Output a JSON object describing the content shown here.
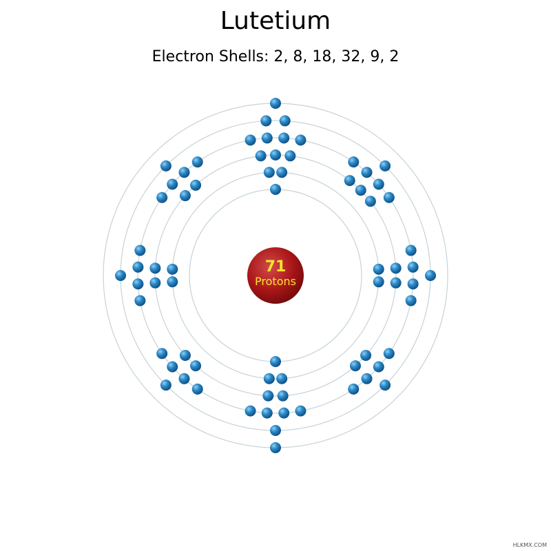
{
  "title": "Lutetium",
  "subtitle": "Electron Shells: 2, 8, 18, 32, 9, 2",
  "nucleus": {
    "number": "71",
    "label": "Protons"
  },
  "shells": [
    2,
    8,
    18,
    32,
    9,
    2
  ],
  "watermark": "HLKMX.COM",
  "colors": {
    "orbit": "#c6d2d8",
    "electron": "#1e77b6",
    "electron_highlight": "#8fd0f5",
    "nucleus": "#a81516",
    "nucleus_highlight": "#d24a4a",
    "nucleus_text": "#f5e42c"
  }
}
